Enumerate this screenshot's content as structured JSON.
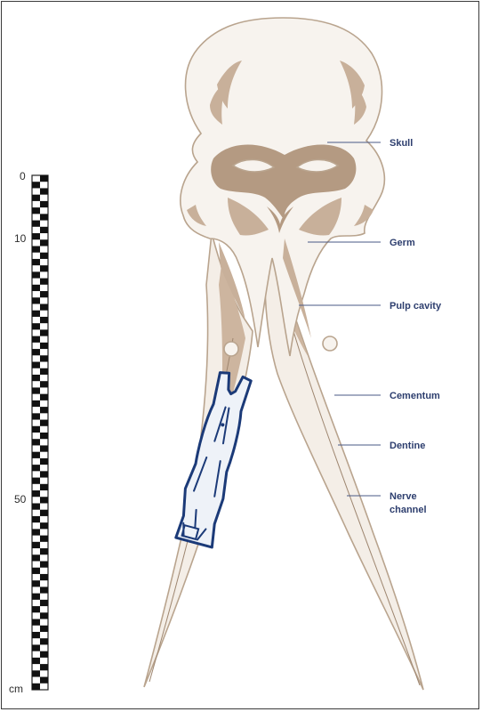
{
  "scale": {
    "ticks": [
      {
        "label": "0",
        "value": 0
      },
      {
        "label": "10",
        "value": 10
      },
      {
        "label": "50",
        "value": 50
      }
    ],
    "unit": "cm"
  },
  "labels": {
    "skull": "Skull",
    "germ": "Germ",
    "pulp_cavity": "Pulp cavity",
    "cementum": "Cementum",
    "dentine": "Dentine",
    "nerve_channel_line1": "Nerve",
    "nerve_channel_line2": "channel"
  },
  "colors": {
    "bone": "#f7f3ee",
    "bone_shade": "#c8b09a",
    "carving": "#1b3a78",
    "callout_text": "#2d3e6e"
  }
}
